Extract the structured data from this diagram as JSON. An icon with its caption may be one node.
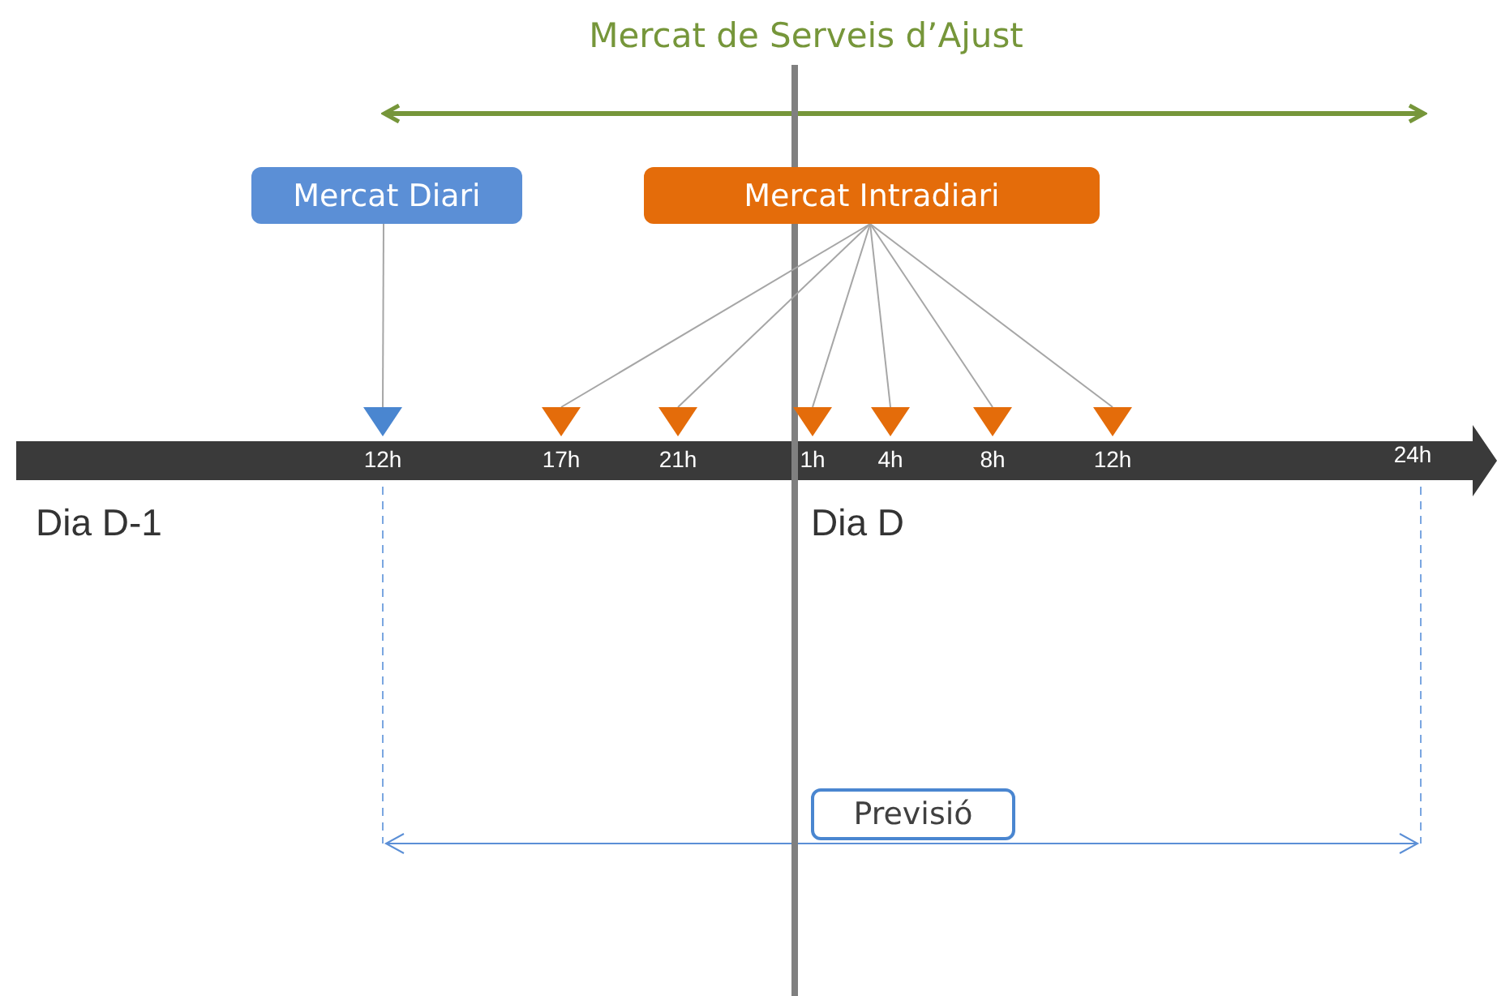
{
  "diagram": {
    "nodes": [
      {
        "text": [
          "Mercat Diari"
        ]
      },
      {
        "text": [
          "Mercat Intradiari"
        ]
      },
      {
        "text": [],
        "shape": "triangle",
        "beside": [
          "12h"
        ]
      },
      {
        "text": [],
        "shape": "triangle",
        "beside": [
          "17h"
        ]
      },
      {
        "text": [],
        "shape": "triangle",
        "beside": [
          "21h"
        ]
      },
      {
        "text": [],
        "shape": "triangle",
        "beside": [
          "1h"
        ]
      },
      {
        "text": [],
        "shape": "triangle",
        "beside": [
          "4h"
        ]
      },
      {
        "text": [],
        "shape": "triangle",
        "beside": [
          "8h"
        ]
      },
      {
        "text": [],
        "shape": "triangle",
        "beside": [
          "12h"
        ]
      },
      {
        "text": [
          "Previsió"
        ]
      }
    ],
    "edges": [
      {
        "from": 0,
        "to": 2,
        "arrow": "none"
      },
      {
        "from": 1,
        "to": 3,
        "arrow": "none"
      },
      {
        "from": 1,
        "to": 4,
        "arrow": "none"
      },
      {
        "from": 1,
        "to": 5,
        "arrow": "none"
      },
      {
        "from": 1,
        "to": 6,
        "arrow": "none"
      },
      {
        "from": 1,
        "to": 7,
        "arrow": "none"
      },
      {
        "from": 1,
        "to": 8,
        "arrow": "none"
      }
    ],
    "labels": [
      "Mercat de Serveis d’Ajust",
      "24h",
      "Dia D-1",
      "Dia D"
    ]
  }
}
